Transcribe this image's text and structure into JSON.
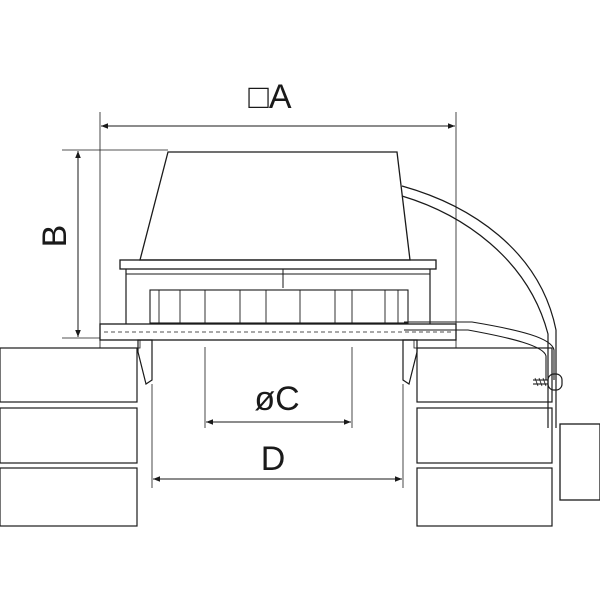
{
  "dimensions": {
    "a": "□A",
    "b": "B",
    "c": "øC",
    "d": "D"
  },
  "colors": {
    "line": "#1a1a1a",
    "hatch": "#333333",
    "seal": "#555555",
    "background": "#ffffff"
  }
}
